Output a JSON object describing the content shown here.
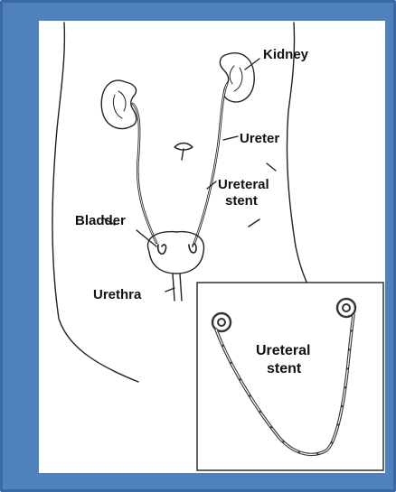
{
  "figure": {
    "labels": {
      "kidney": "Kidney",
      "ureter": "Ureter",
      "ureteral_stent_line1": "Ureteral",
      "ureteral_stent_line2": "stent",
      "bladder": "Bladder",
      "urethra": "Urethra"
    },
    "inset": {
      "title_line1": "Ureteral",
      "title_line2": "stent"
    }
  },
  "colors": {
    "frame": "#4f81bd",
    "panel": "#ffffff",
    "ink": "#111111"
  }
}
